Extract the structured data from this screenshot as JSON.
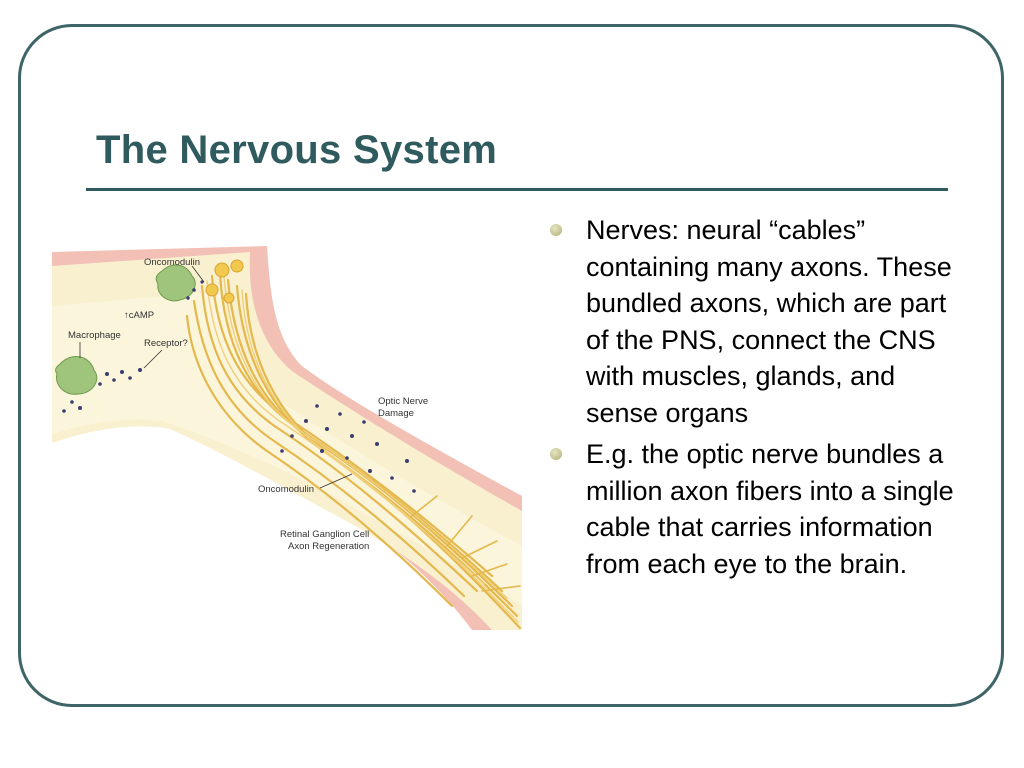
{
  "slide": {
    "title": "The Nervous System",
    "bullets": [
      "Nerves: neural “cables” containing many axons. These bundled axons, which are part of the PNS, connect the CNS with muscles, glands, and sense organs",
      "E.g. the optic nerve bundles a million axon fibers into a single cable that carries information from each eye to the brain."
    ]
  },
  "figure": {
    "labels": {
      "oncomodulin_top": "Oncomodulin",
      "camp": "↑cAMP",
      "macrophage": "Macrophage",
      "receptor": "Receptor?",
      "damage_line1": "Optic Nerve",
      "damage_line2": "Damage",
      "oncomodulin_bottom": "Oncomodulin",
      "caption_line1": "Retinal Ganglion Cell",
      "caption_line2": "Axon Regeneration"
    }
  },
  "colors": {
    "frame": "#3f6468",
    "title": "#2f5a5e",
    "bullet": "#c2be8a",
    "nerve_sheath": "#f7efc9",
    "axon": "#e2b54a",
    "tissue": "#f1b9ae"
  }
}
